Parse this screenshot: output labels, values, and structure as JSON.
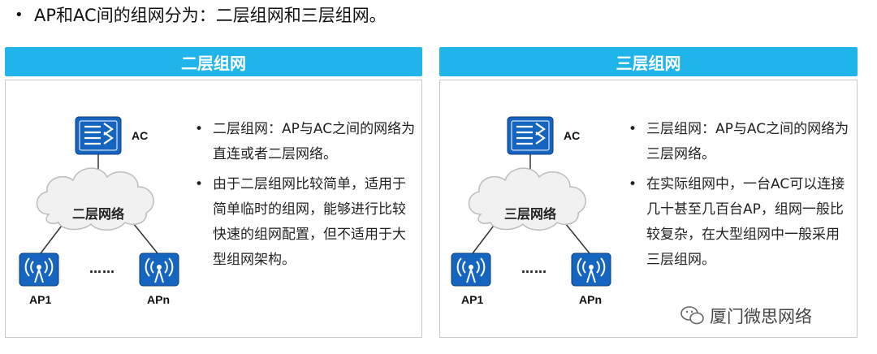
{
  "headline": "AP和AC间的组网分为：二层组网和三层组网。",
  "panels": [
    {
      "title": "二层组网",
      "ac_label": "AC",
      "cloud_label": "二层网络",
      "ap1_label": "AP1",
      "apn_label": "APn",
      "dots": "……",
      "bullets": [
        "二层组网：AP与AC之间的网络为直连或者二层网络。",
        "由于二层组网比较简单，适用于简单临时的组网，能够进行比较快速的组网配置，但不适用于大型组网架构。"
      ]
    },
    {
      "title": "三层组网",
      "ac_label": "AC",
      "cloud_label": "三层网络",
      "ap1_label": "AP1",
      "apn_label": "APn",
      "dots": "……",
      "bullets": [
        "三层组网：AP与AC之间的网络为三层网络。",
        "在实际组网中，一台AC可以连接几十甚至几百台AP，组网一般比较复杂，在大型组网中一般采用三层组网。"
      ]
    }
  ],
  "watermark": "厦门微思网络",
  "colors": {
    "header": "#1fb5ea",
    "device": "#1565c0"
  }
}
